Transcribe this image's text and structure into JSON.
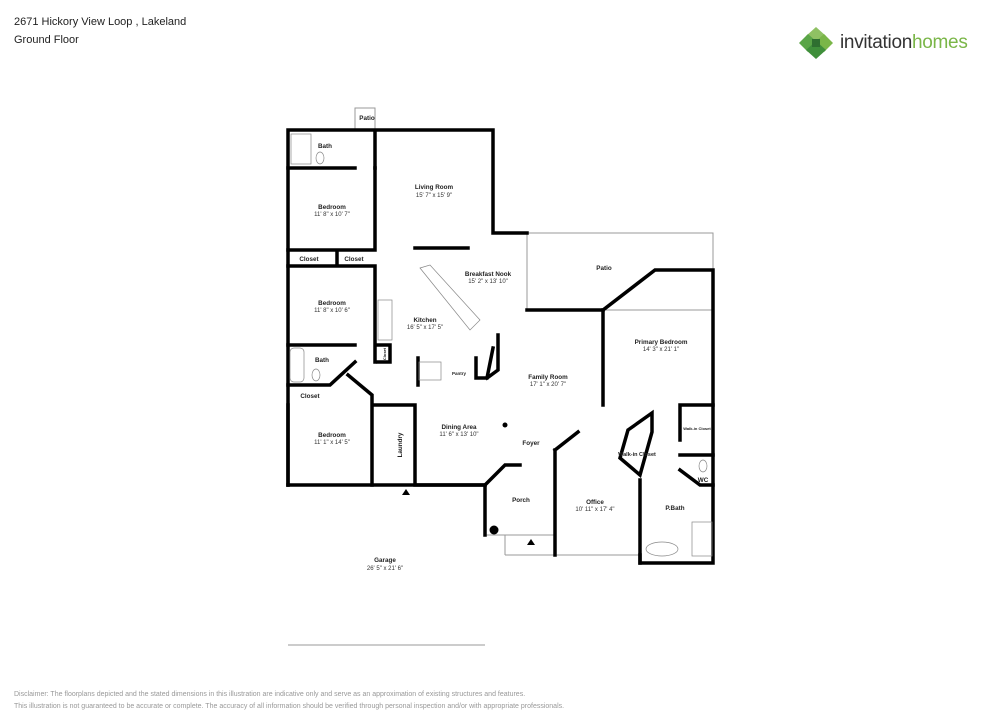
{
  "header": {
    "address": "2671 Hickory View Loop , Lakeland",
    "floor": "Ground Floor"
  },
  "logo": {
    "text_1": "invitation",
    "text_2": "homes",
    "colors": [
      "#2e8b3e",
      "#7ab648"
    ]
  },
  "rooms": [
    {
      "name": "Patio",
      "dims": ""
    },
    {
      "name": "Bath",
      "dims": ""
    },
    {
      "name": "Bedroom",
      "dims": "11' 8\" x 10' 7\""
    },
    {
      "name": "Living Room",
      "dims": "15' 7\" x 15' 9\""
    },
    {
      "name": "Closet",
      "dims": ""
    },
    {
      "name": "Closet",
      "dims": ""
    },
    {
      "name": "Breakfast Nook",
      "dims": "15' 2\" x 13' 10\""
    },
    {
      "name": "Patio",
      "dims": ""
    },
    {
      "name": "Bedroom",
      "dims": "11' 8\" x 10' 6\""
    },
    {
      "name": "Kitchen",
      "dims": "16' 5\" x 17' 5\""
    },
    {
      "name": "Primary Bedroom",
      "dims": "14' 3\" x 21' 1\""
    },
    {
      "name": "Bath",
      "dims": ""
    },
    {
      "name": "Closet",
      "dims": ""
    },
    {
      "name": "Pantry",
      "dims": ""
    },
    {
      "name": "Family Room",
      "dims": "17' 1\" x 20' 7\""
    },
    {
      "name": "Closet",
      "dims": ""
    },
    {
      "name": "Walk-in Closet",
      "dims": ""
    },
    {
      "name": "Bedroom",
      "dims": "11' 1\" x 14' 5\""
    },
    {
      "name": "Laundry",
      "dims": ""
    },
    {
      "name": "Dining Area",
      "dims": "11' 6\" x 13' 10\""
    },
    {
      "name": "Foyer",
      "dims": ""
    },
    {
      "name": "Walk-in Closet",
      "dims": ""
    },
    {
      "name": "WC",
      "dims": ""
    },
    {
      "name": "Porch",
      "dims": ""
    },
    {
      "name": "Office",
      "dims": "10' 11\" x 17' 4\""
    },
    {
      "name": "P.Bath",
      "dims": ""
    },
    {
      "name": "Garage",
      "dims": "26' 5\" x 21' 6\""
    }
  ],
  "disclaimer": [
    "Disclaimer: The floorplans depicted and the stated dimensions in this illustration are indicative only and serve as an approximation of existing structures and features.",
    "This illustration is not guaranteed to be accurate or complete. The accuracy of all information should be verified through personal inspection and/or with appropriate professionals."
  ]
}
